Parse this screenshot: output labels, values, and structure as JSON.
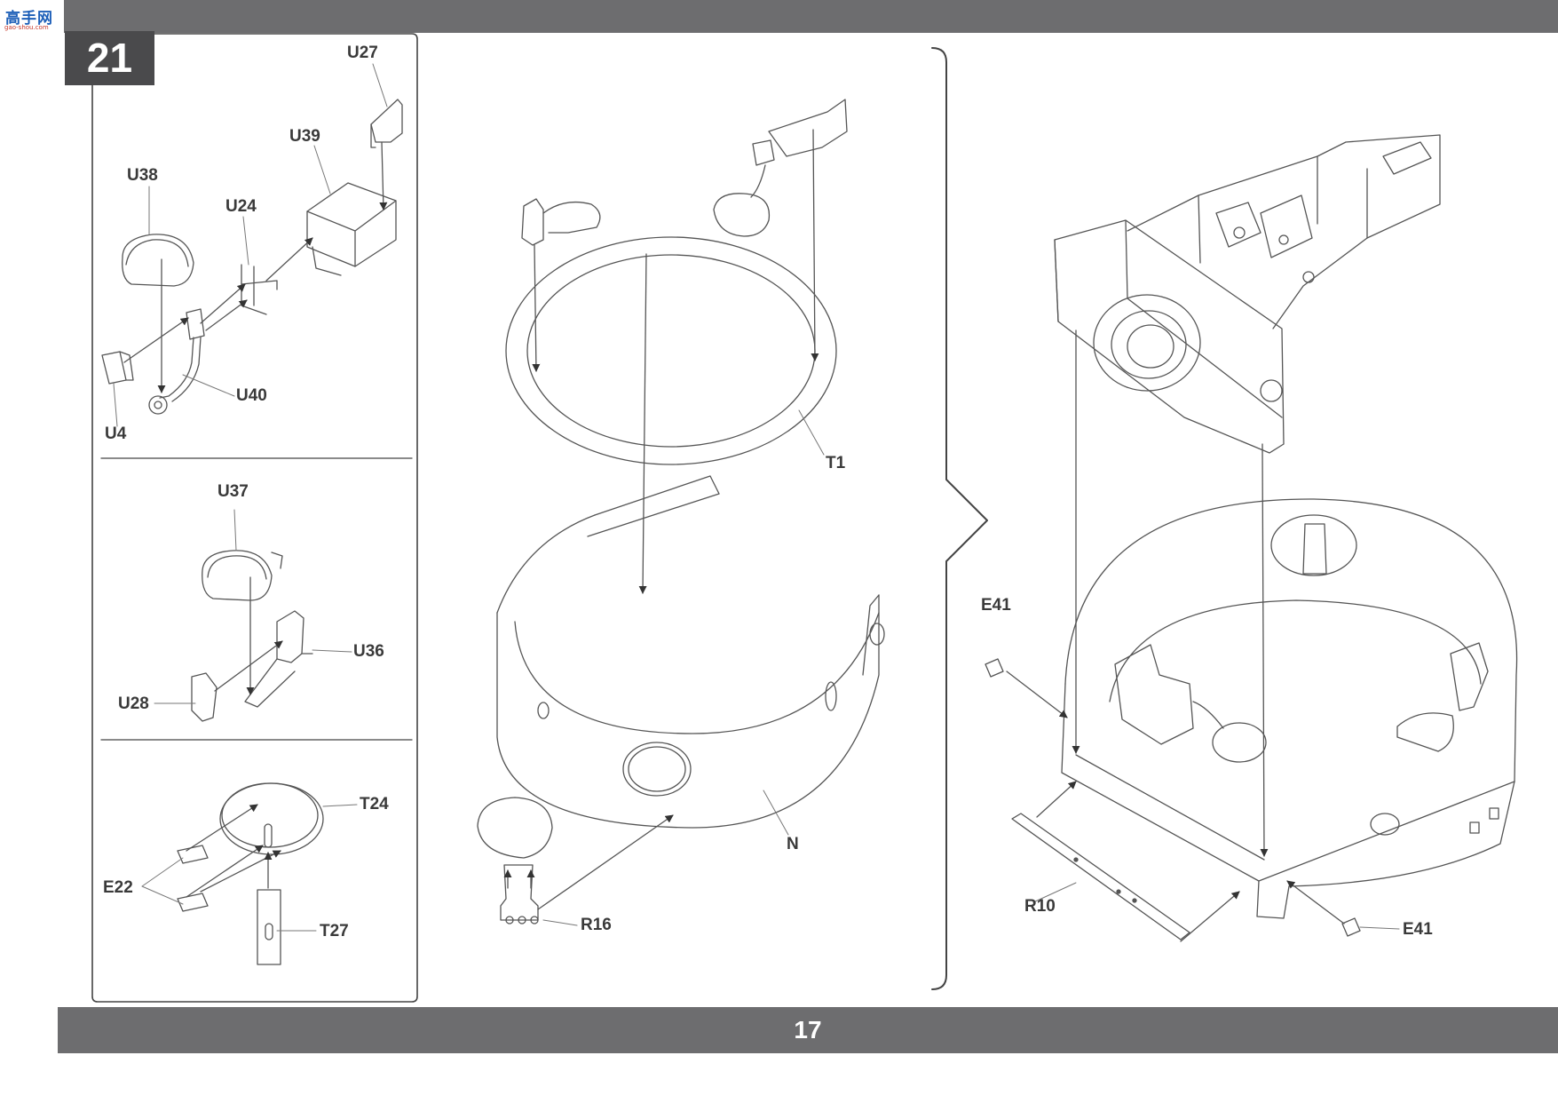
{
  "header": {
    "logo_chars": "高手网",
    "logo_url": "gao-shou.com"
  },
  "step": {
    "number": "21"
  },
  "footer": {
    "page_number": "17"
  },
  "parts": {
    "u27": "U27",
    "u39": "U39",
    "u38": "U38",
    "u24": "U24",
    "u40": "U40",
    "u4": "U4",
    "u37": "U37",
    "u36": "U36",
    "u28": "U28",
    "t24": "T24",
    "e22": "E22",
    "t27": "T27",
    "t1": "T1",
    "n": "N",
    "r16": "R16",
    "e41_top": "E41",
    "e41_bottom": "E41",
    "r10": "R10"
  },
  "colors": {
    "bars": "#6d6d6f",
    "step_box": "#4a4a4c",
    "line_art": "#555555"
  }
}
